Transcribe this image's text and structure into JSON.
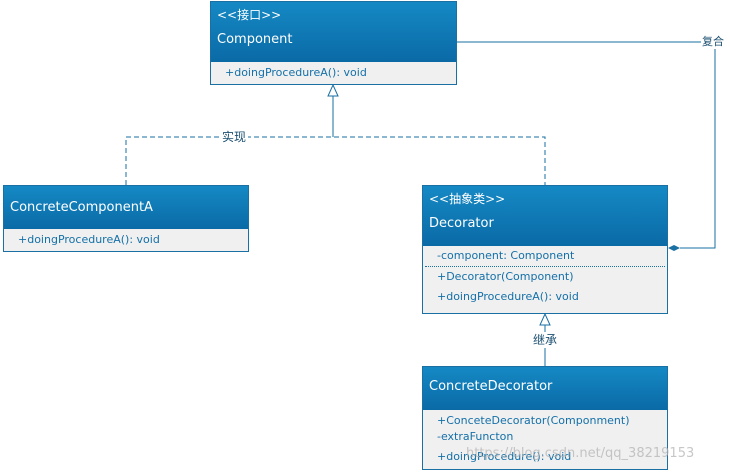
{
  "component": {
    "stereotype": "<<接口>>",
    "name": "Component",
    "methods": [
      "+doingProcedureA(): void"
    ]
  },
  "concrete_component": {
    "name": "ConcreteComponentA",
    "methods": [
      "+doingProcedureA(): void"
    ]
  },
  "decorator": {
    "stereotype": "<<抽象类>>",
    "name": "Decorator",
    "attributes": [
      "-component: Component"
    ],
    "methods": [
      "+Decorator(Component)",
      "+doingProcedureA(): void"
    ]
  },
  "concrete_decorator": {
    "name": "ConcreteDecorator",
    "members": [
      "+ConceteDecorator(Componment)",
      "-extraFuncton",
      "+doingProcedure(): void"
    ]
  },
  "labels": {
    "realization": "实现",
    "inheritance": "继承",
    "composition": "复合"
  },
  "watermark": "https://blog.csdn.net/qq_38219153",
  "colors": {
    "header": "#0a6aa6",
    "border": "#1a6fa3",
    "member_text": "#1470a8",
    "body_bg": "#f0f0f0"
  }
}
